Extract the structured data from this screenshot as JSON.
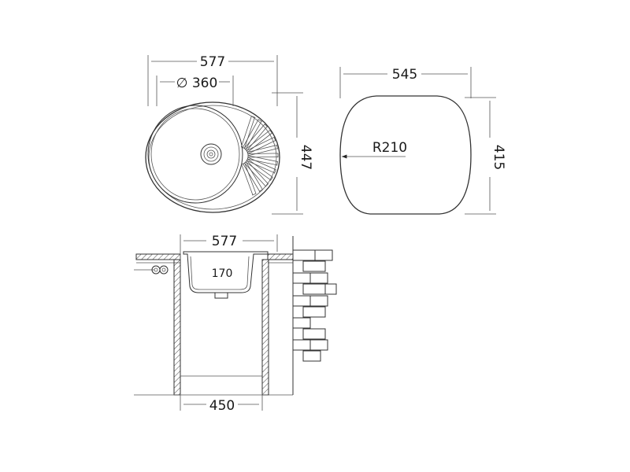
{
  "top_view": {
    "width_label": "577",
    "bowl_diameter_label": "∅ 360",
    "depth_label": "447"
  },
  "cutout_view": {
    "width_label": "545",
    "radius_label": "R210",
    "depth_label": "415"
  },
  "section_view": {
    "width_label": "577",
    "bowl_depth_label": "170",
    "cabinet_width_label": "450"
  },
  "colors": {
    "line": "#333333",
    "background": "#ffffff"
  }
}
